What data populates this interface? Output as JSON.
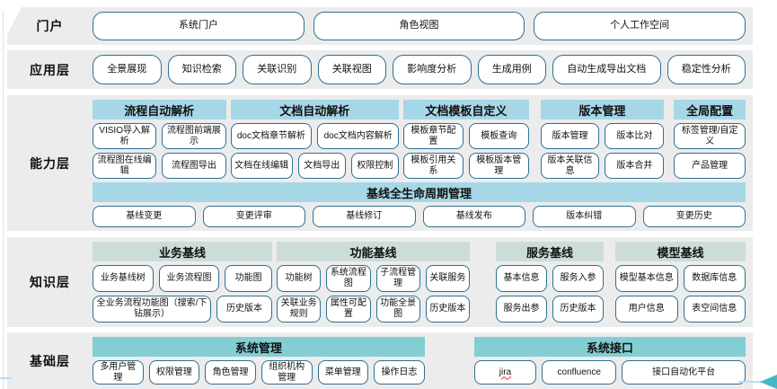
{
  "colors": {
    "band_bg": "#ececec",
    "header_blue": "#a6d7e6",
    "header_sage": "#ccdcd9",
    "header_teal": "#82ced3",
    "pill_border": "#2d7091",
    "accent_line": "#b9ddf2",
    "arrow_teal": "#45b6c6",
    "wavy_underline": "#e03131"
  },
  "layers": [
    {
      "id": "portal",
      "label": "门户",
      "sections": [
        {
          "type": "row",
          "size": "lg",
          "items": [
            "系统门户",
            "角色视图",
            "个人工作空间"
          ]
        }
      ]
    },
    {
      "id": "application",
      "label": "应用层",
      "sections": [
        {
          "type": "row",
          "size": "lg",
          "items": [
            "全景展现",
            "知识检索",
            "关联识别",
            "关联视图",
            "影响度分析",
            "生成用例",
            "自动生成导出文档",
            "稳定性分析"
          ]
        }
      ]
    },
    {
      "id": "capability",
      "label": "能力层",
      "header_color": "header_blue",
      "sections": [
        {
          "type": "groups",
          "groups": [
            {
              "title": "流程自动解析",
              "rows": [
                [
                  "VISIO导入解析",
                  "流程图前端展示"
                ],
                [
                  "流程图在线编辑",
                  "流程图导出"
                ]
              ]
            },
            {
              "title": "文档自动解析",
              "rows": [
                [
                  "doc文档章节解析",
                  "doc文档内容解析"
                ],
                [
                  "文档在线编辑",
                  "文档导出",
                  "权限控制"
                ]
              ]
            },
            {
              "title": "文档模板自定义",
              "rows": [
                [
                  "模板章节配置",
                  "模板查询"
                ],
                [
                  "模板引用关系",
                  "模板版本管理"
                ]
              ]
            },
            {
              "title": "版本管理",
              "rows": [
                [
                  "版本管理",
                  "版本比对"
                ],
                [
                  "版本关联信息",
                  "版本合并"
                ]
              ]
            },
            {
              "title": "全局配置",
              "rows": [
                [
                  "标签管理/自定义"
                ],
                [
                  "产品管理"
                ]
              ]
            }
          ]
        },
        {
          "type": "banner",
          "title": "基线全生命周期管理",
          "items": [
            "基线变更",
            "变更评审",
            "基线修订",
            "基线发布",
            "版本纠错",
            "变更历史"
          ]
        }
      ]
    },
    {
      "id": "knowledge",
      "label": "知识层",
      "header_color": "header_sage",
      "sections": [
        {
          "type": "groups",
          "groups": [
            {
              "title": "业务基线",
              "rows": [
                [
                  "业务基线树",
                  "业务流程图",
                  "功能图"
                ],
                [
                  "全业务流程功能图（搜索/下钻展示）",
                  "历史版本"
                ]
              ]
            },
            {
              "title": "功能基线",
              "rows": [
                [
                  "功能树",
                  "系统流程图",
                  "子流程管理",
                  "关联服务"
                ],
                [
                  "关联业务规则",
                  "属性可配置",
                  "功能全景图",
                  "历史版本"
                ]
              ]
            },
            {
              "title": "服务基线",
              "rows": [
                [
                  "基本信息",
                  "服务入参"
                ],
                [
                  "服务出参",
                  "历史版本"
                ]
              ]
            },
            {
              "title": "模型基线",
              "rows": [
                [
                  "模型基本信息",
                  "数据库信息"
                ],
                [
                  "用户信息",
                  "表空间信息"
                ]
              ]
            }
          ]
        }
      ]
    },
    {
      "id": "foundation",
      "label": "基础层",
      "header_color": "header_teal",
      "sections": [
        {
          "type": "groups",
          "groups": [
            {
              "title": "系统管理",
              "rows": [
                [
                  "多用户管理",
                  "权限管理",
                  "角色管理",
                  "组织机构管理",
                  "菜单管理",
                  "操作日志"
                ]
              ]
            },
            {
              "title": "系统接口",
              "rows": [
                [
                  {
                    "text": "jira",
                    "wavy": true
                  },
                  "confluence",
                  "接口自动化平台"
                ]
              ]
            }
          ]
        }
      ]
    }
  ],
  "decorations": {
    "bottom_left_accent": "accent-line-segment",
    "bottom_right_connector": "connector-line-with-left-arrow"
  }
}
